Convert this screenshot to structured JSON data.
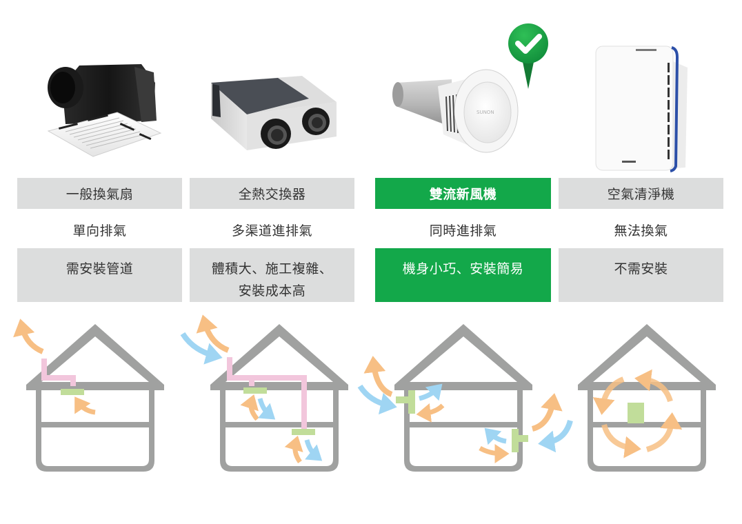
{
  "title": "換氣設備比較",
  "recommended_badge": {
    "icon": "check-pin-icon",
    "target": "雙流新風機",
    "color": "#1a9c45"
  },
  "colors": {
    "highlight": "#13a84a",
    "neutral_box": "#dcdddd",
    "house_outline": "#a0a1a0",
    "exhaust_air": "#f7bf84",
    "fresh_air": "#9fd5f3",
    "duct": "#f2c6dc",
    "device": "#c1dd9a"
  },
  "products": [
    {
      "name": "一般換氣扇",
      "image": "ceiling-exhaust-fan-image",
      "airflow": "單向排氣",
      "installation": "需安裝管道",
      "highlighted": false,
      "diagram": "house-diagram-exhaust-fan"
    },
    {
      "name": "全熱交換器",
      "image": "heat-exchanger-unit-image",
      "airflow": "多渠道進排氣",
      "installation": "體積大、施工複雜、安裝成本高",
      "installation_lines": [
        "體積大、施工複雜、",
        "安裝成本高"
      ],
      "highlighted": false,
      "diagram": "house-diagram-heat-exchanger"
    },
    {
      "name": "雙流新風機",
      "image": "dual-flow-ventilator-image",
      "airflow": "同時進排氣",
      "installation": "機身小巧、安裝簡易",
      "highlighted": true,
      "diagram": "house-diagram-dual-flow"
    },
    {
      "name": "空氣清淨機",
      "image": "air-purifier-image",
      "airflow": "無法換氣",
      "installation": "不需安裝",
      "highlighted": false,
      "diagram": "house-diagram-air-purifier"
    }
  ],
  "product_image_labels": {
    "dual_flow_brand": "SUNON"
  }
}
